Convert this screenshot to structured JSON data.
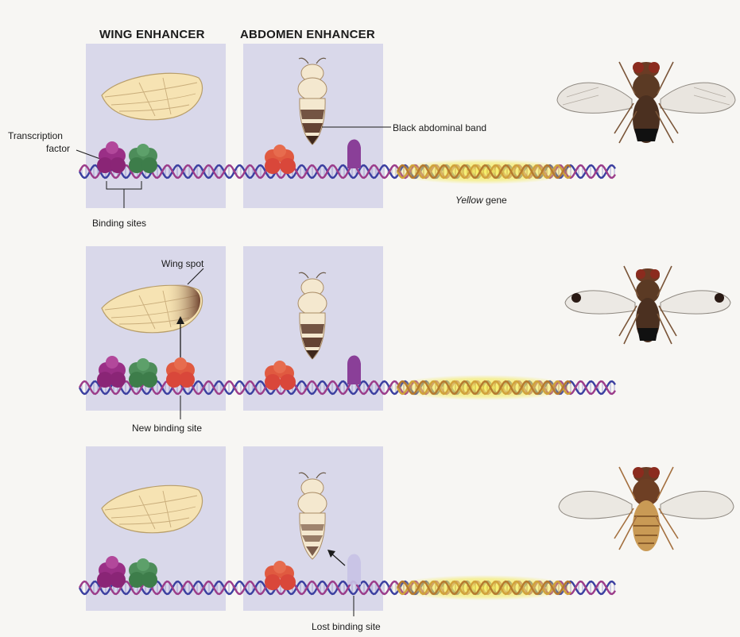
{
  "headers": {
    "wing": "WING ENHANCER",
    "abdomen": "ABDOMEN ENHANCER"
  },
  "labels": {
    "transcription_factor_line1": "Transcription",
    "transcription_factor_line2": "factor",
    "binding_sites": "Binding sites",
    "black_abdominal_band": "Black abdominal band",
    "yellow_gene_italic": "Yellow",
    "yellow_gene_suffix": " gene",
    "wing_spot": "Wing spot",
    "new_binding_site": "New binding site",
    "lost_binding_site": "Lost binding site"
  },
  "colors": {
    "panel": "#d9d8ea",
    "purple_factor": "#9a2f86",
    "green_factor": "#3d7d4a",
    "red_factor": "#d9473a",
    "violet_factor": "#8a3f98",
    "faded_factor": "#c6c2e6",
    "dna_strand_a": "#3b3fa0",
    "dna_strand_b": "#9b3c8a",
    "gene_highlight": "#f3ea55",
    "gene_strand": "#d1a23a",
    "wing_fill": "#f6e3b3",
    "abdomen_fill": "#f4e8cf",
    "abdomen_band": "#5c3a2a",
    "fly_body": "#5b3a24"
  }
}
